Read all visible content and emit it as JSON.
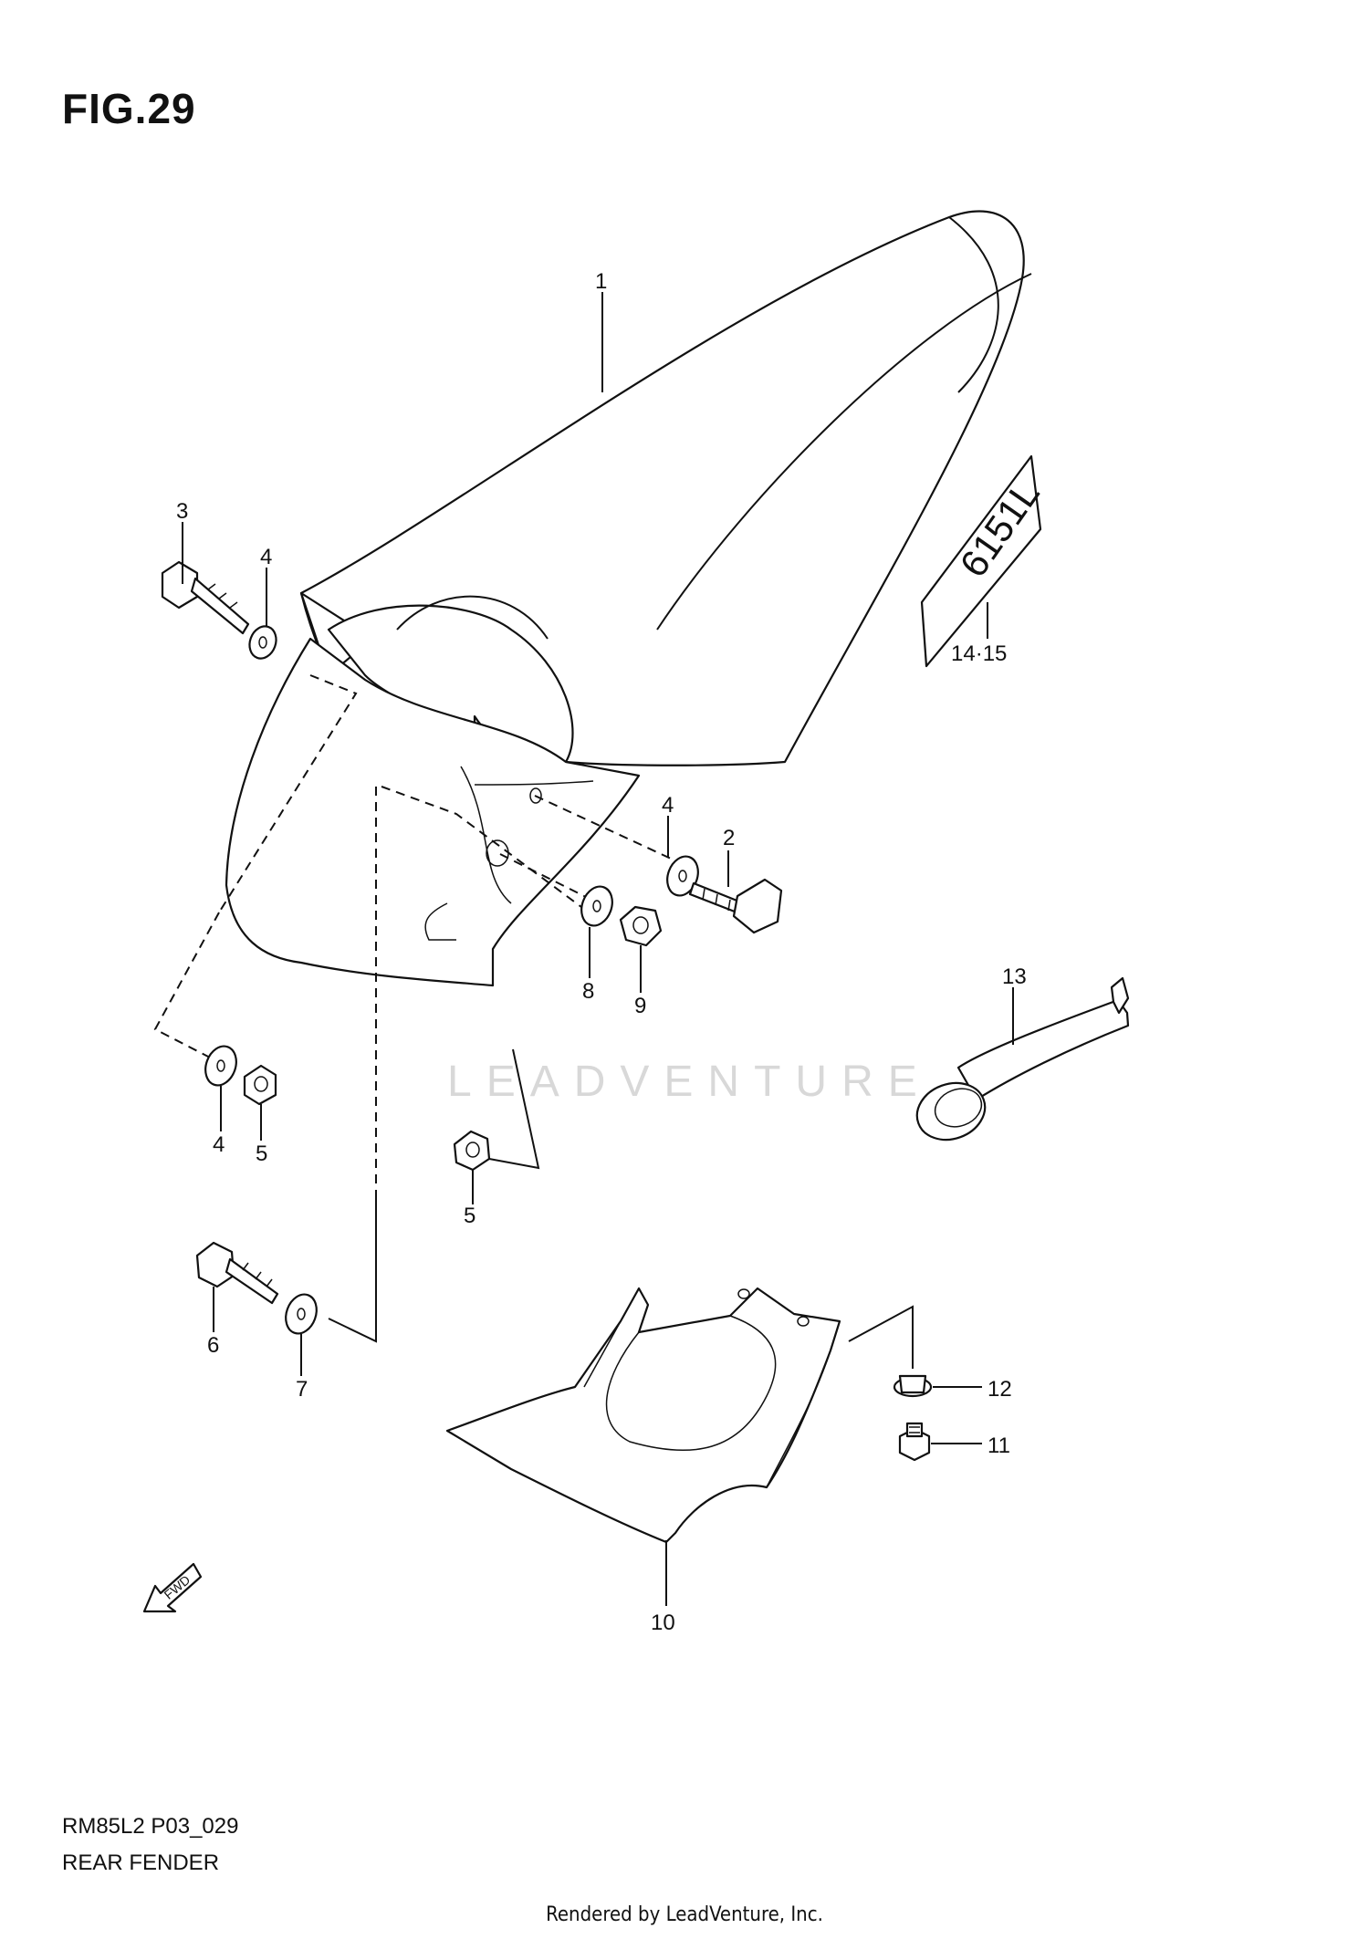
{
  "figure": {
    "title": "FIG.29",
    "model_code": "RM85L2 P03_029",
    "section_name": "REAR FENDER",
    "rendered_by": "Rendered by LeadVenture, Inc.",
    "watermark": "LEADVENTURE",
    "direction_tag": "FWD"
  },
  "callouts": {
    "c1": "1",
    "c2": "2",
    "c3": "3",
    "c4a": "4",
    "c4b": "4",
    "c4c": "4",
    "c5a": "5",
    "c5b": "5",
    "c6": "6",
    "c7": "7",
    "c8": "8",
    "c9": "9",
    "c10": "10",
    "c11": "11",
    "c12": "12",
    "c13": "13",
    "c1415": "14·15"
  },
  "parts": [
    {
      "ref": "1",
      "name": "rear-fender"
    },
    {
      "ref": "2",
      "name": "bolt"
    },
    {
      "ref": "3",
      "name": "bolt"
    },
    {
      "ref": "4",
      "name": "washer"
    },
    {
      "ref": "5",
      "name": "nut"
    },
    {
      "ref": "6",
      "name": "bolt"
    },
    {
      "ref": "7",
      "name": "washer"
    },
    {
      "ref": "8",
      "name": "washer"
    },
    {
      "ref": "9",
      "name": "nut"
    },
    {
      "ref": "10",
      "name": "mud-guard"
    },
    {
      "ref": "11",
      "name": "bolt"
    },
    {
      "ref": "12",
      "name": "nut"
    },
    {
      "ref": "13",
      "name": "spanner"
    },
    {
      "ref": "14·15",
      "name": "decal"
    }
  ]
}
